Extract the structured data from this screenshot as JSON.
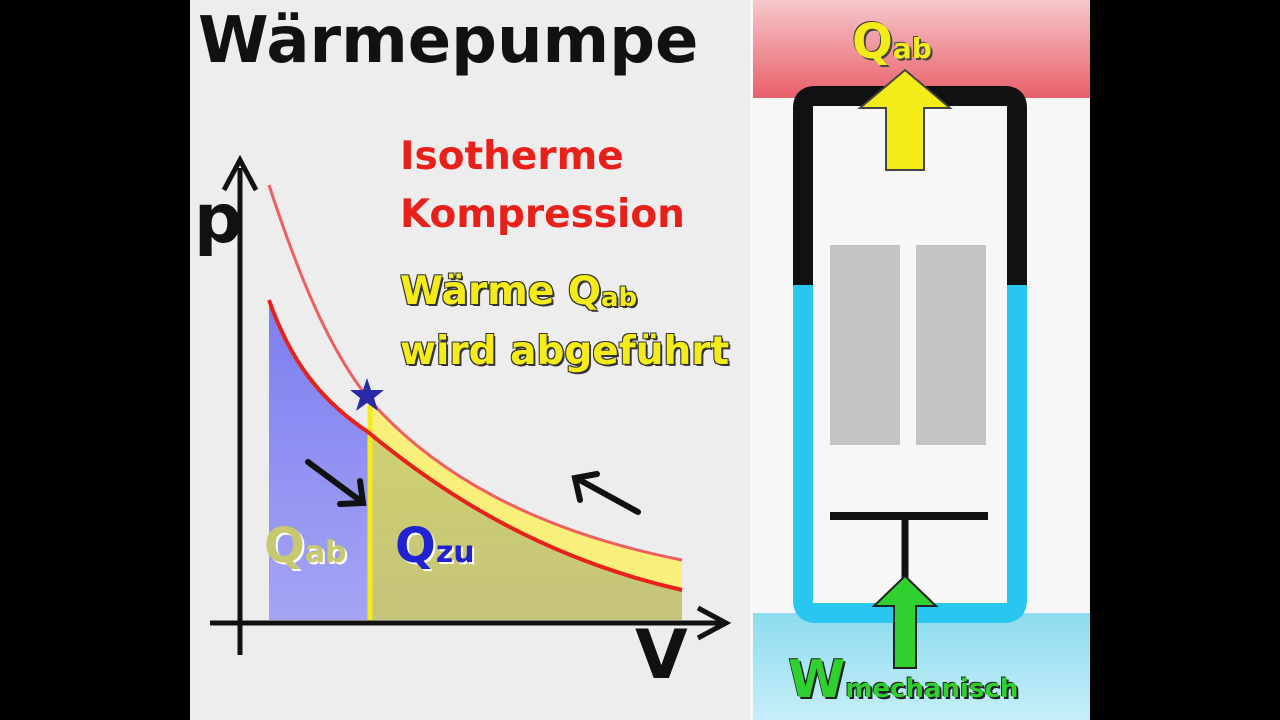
{
  "title": "Wärmepumpe",
  "process": {
    "line1": "Isotherme",
    "line2": "Kompression"
  },
  "heat_note": {
    "prefix": "Wärme ",
    "q": "Q",
    "sub": "ab",
    "line2": "wird abgeführt"
  },
  "axes": {
    "y_label": "p",
    "x_label": "V"
  },
  "regions": {
    "q_ab": {
      "q": "Q",
      "sub": "ab"
    },
    "q_zu": {
      "q": "Q",
      "sub": "zu"
    }
  },
  "cylinder": {
    "heat_out": {
      "q": "Q",
      "sub": "ab"
    },
    "work_in": {
      "w": "W",
      "sub": "mechanisch"
    }
  },
  "colors": {
    "red_curve": "#e8201a",
    "heat_yellow": "#f4ec1a",
    "area_blue": "#8c8cf0",
    "area_olive": "#c8c870",
    "fluid_cyan": "#29c6ef",
    "work_green": "#2fd02f",
    "hot_reservoir": "#e8606a",
    "cold_reservoir": "#8ddcef"
  }
}
